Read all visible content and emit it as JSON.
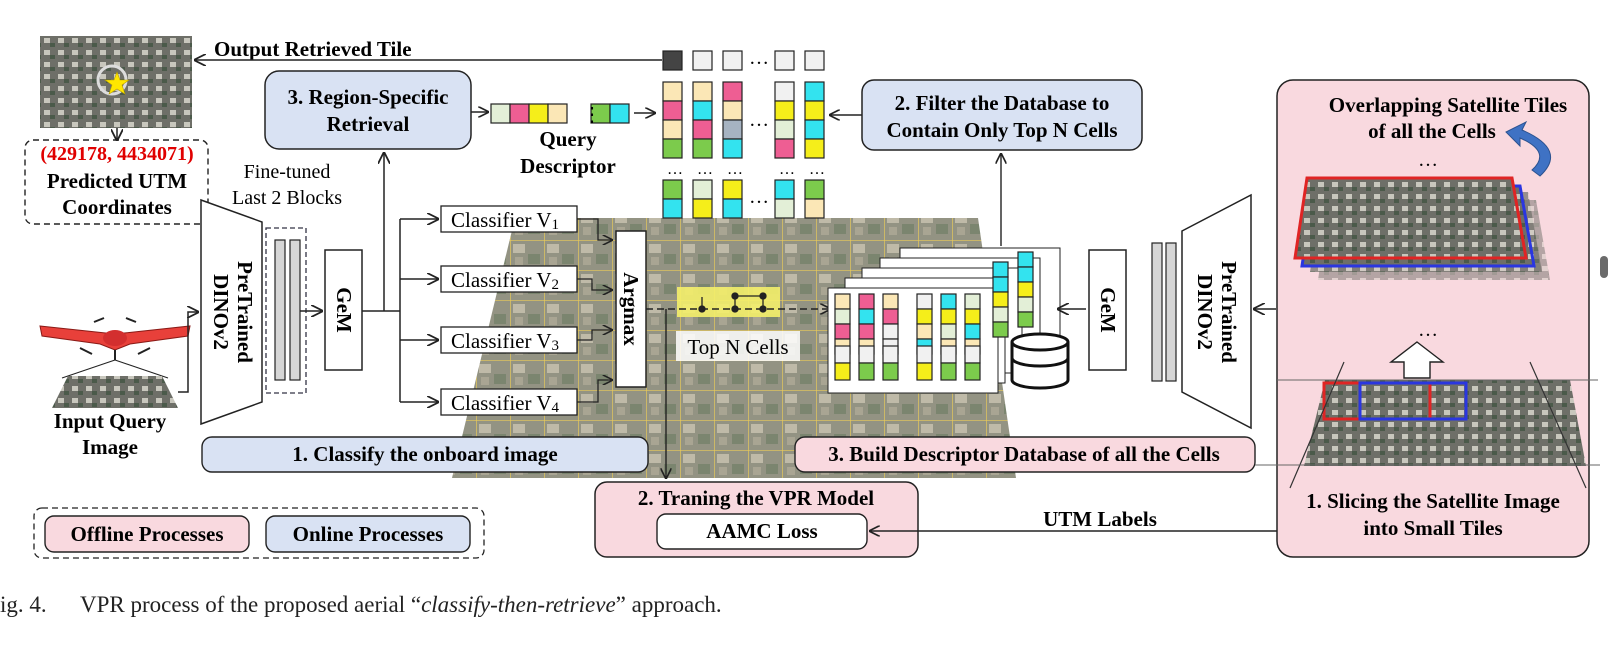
{
  "labels": {
    "output_retrieved_tile": "Output Retrieved Tile",
    "utm_coords": "(429178, 4434071)",
    "predicted_utm_1": "Predicted UTM",
    "predicted_utm_2": "Coordinates",
    "fine_tuned_1": "Fine-tuned",
    "fine_tuned_2": "Last 2 Blocks",
    "pretrained_1": "PreTrained",
    "pretrained_2": "DINOv2",
    "gem": "GeM",
    "classifier_prefix": "Classifier V",
    "classifier_subs": [
      "1",
      "2",
      "3",
      "4"
    ],
    "argmax": "Argmax",
    "top_n_cells": "Top N Cells",
    "region_retrieval_1": "3. Region-Specific",
    "region_retrieval_2": "Retrieval",
    "query_descriptor_1": "Query",
    "query_descriptor_2": "Descriptor",
    "filter_db_1": "2. Filter the Database to",
    "filter_db_2": "Contain Only Top N Cells",
    "overlap_1": "Overlapping Satellite Tiles",
    "overlap_2": "of all the Cells",
    "ellipsis": "…",
    "colon_dots": "⋮",
    "input_query_1": "Input Query",
    "input_query_2": "Image",
    "classify_onboard": "1. Classify the onboard image",
    "build_db": "3. Build Descriptor Database of all the Cells",
    "training_title": "2. Traning the VPR Model",
    "aamc_loss": "AAMC Loss",
    "utm_labels": "UTM Labels",
    "slicing_1": "1. Slicing the Satellite Image",
    "slicing_2": "into Small Tiles",
    "offline": "Offline Processes",
    "online": "Online Processes"
  },
  "caption": {
    "number": "ig. 4.",
    "before": "VPR process of the proposed aerial “",
    "emph": "classify-then-retrieve",
    "after": "” approach."
  },
  "colors": {
    "online_blue": "#d9e2f3",
    "offline_pink": "#f9d9df",
    "red_text": "#e00000",
    "top_n_highlight": "#f4f06a",
    "cell_pink": "#ee5e93",
    "cell_cyan": "#33e3ef",
    "cell_yellow": "#f5ee1a",
    "cell_cream": "#fbe7b6",
    "cell_green": "#7ccb4c",
    "cell_paleGreen": "#e3efd7",
    "cell_gray": "#a6b3c2",
    "cell_light": "#f1f1f1",
    "cell_dark": "#444444"
  },
  "descriptor_grid": {
    "top_row": [
      "cell_dark",
      "cell_light",
      "cell_light",
      "cell_light",
      "cell_light"
    ],
    "columns": [
      [
        "cell_cream",
        "cell_pink",
        "cell_cream",
        "cell_green"
      ],
      [
        "cell_cream",
        "cell_cyan",
        "cell_pink",
        "cell_green"
      ],
      [
        "cell_pink",
        "cell_cream",
        "cell_gray",
        "cell_cyan"
      ],
      [
        "cell_light",
        "cell_yellow",
        "cell_paleGreen",
        "cell_pink"
      ],
      [
        "cell_cyan",
        "cell_yellow",
        "cell_cyan",
        "cell_yellow"
      ]
    ],
    "bottom_rows": [
      [
        "cell_green",
        "cell_paleGreen",
        "cell_yellow",
        "cell_cyan",
        "cell_green"
      ],
      [
        "cell_cyan",
        "cell_yellow",
        "cell_cyan",
        "cell_paleGreen",
        "cell_cream"
      ]
    ],
    "query_descriptor": [
      "cell_paleGreen",
      "cell_pink",
      "cell_yellow",
      "cell_cream",
      "cell_green",
      "cell_cyan"
    ]
  },
  "icons": [
    "star-icon",
    "drone-icon",
    "database-icon",
    "curved-arrow-icon",
    "up-arrow-icon"
  ]
}
